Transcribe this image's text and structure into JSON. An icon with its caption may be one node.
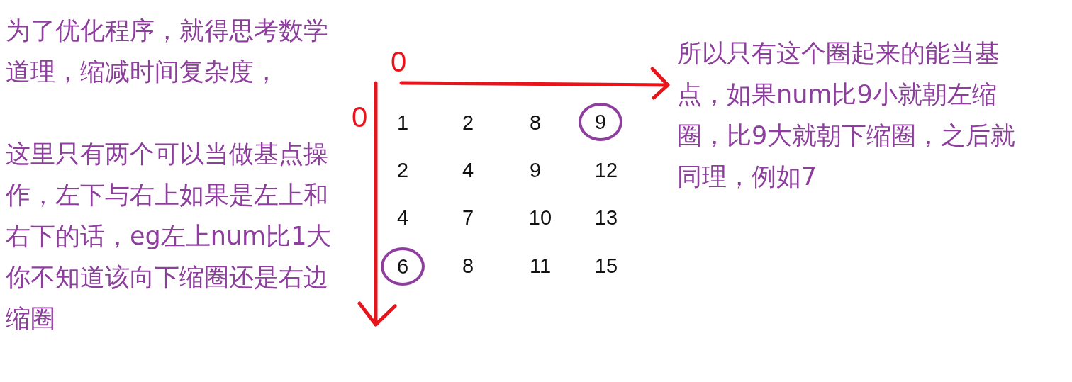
{
  "diagram": {
    "nodes": [
      {
        "text": [
          "9"
        ]
      },
      {
        "text": [
          "6"
        ]
      }
    ],
    "labels": [
      "为了优化程序，就得思考数学道理，缩减时间复杂度，",
      "这里只有两个可以当做基点操作，左下与右上如果是左上和右下的话，eg左上num比1大你不知道该向下缩圈还是右边缩圈",
      "0",
      "0",
      "1",
      "2",
      "8",
      "2",
      "4",
      "9",
      "12",
      "4",
      "7",
      "10",
      "13",
      "8",
      "11",
      "15",
      "所以只有这个圈起来的能当基点，如果num比9小就朝左缩圈，比9大就朝下缩圈，之后就同理，例如7"
    ]
  }
}
